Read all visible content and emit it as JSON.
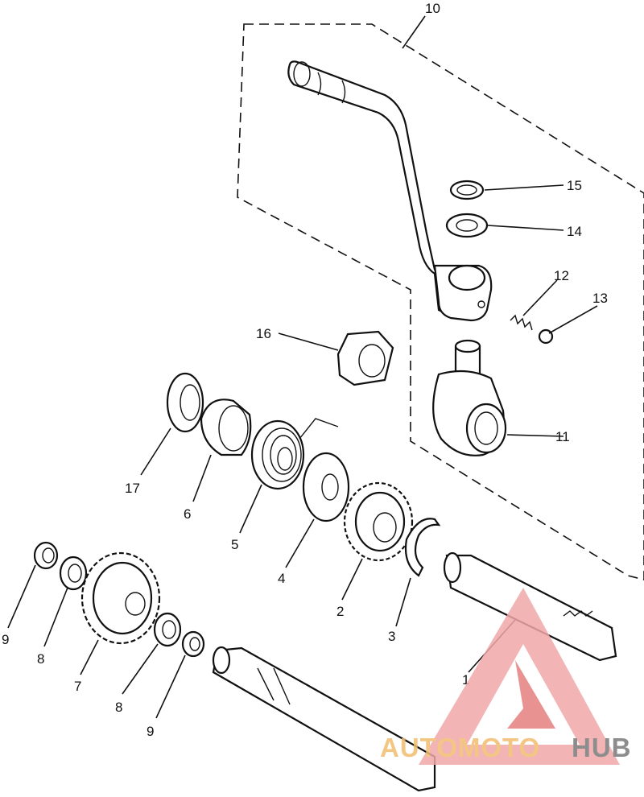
{
  "diagram": {
    "callouts": [
      {
        "id": "c10",
        "text": "10"
      },
      {
        "id": "c15",
        "text": "15"
      },
      {
        "id": "c14",
        "text": "14"
      },
      {
        "id": "c12",
        "text": "12"
      },
      {
        "id": "c13",
        "text": "13"
      },
      {
        "id": "c16",
        "text": "16"
      },
      {
        "id": "c11",
        "text": "11"
      },
      {
        "id": "c17",
        "text": "17"
      },
      {
        "id": "c6",
        "text": "6"
      },
      {
        "id": "c5",
        "text": "5"
      },
      {
        "id": "c4",
        "text": "4"
      },
      {
        "id": "c2",
        "text": "2"
      },
      {
        "id": "c3",
        "text": "3"
      },
      {
        "id": "c1",
        "text": "1"
      },
      {
        "id": "c9a",
        "text": "9"
      },
      {
        "id": "c8a",
        "text": "8"
      },
      {
        "id": "c7",
        "text": "7"
      },
      {
        "id": "c8b",
        "text": "8"
      },
      {
        "id": "c9b",
        "text": "9"
      }
    ]
  },
  "watermark": {
    "part1": "AUTOMOTO",
    "part2": "HUB",
    "colors": {
      "primary": "#f0a8a8",
      "secondary": "#f2bd6e",
      "tertiary": "#7a7a7a"
    }
  }
}
